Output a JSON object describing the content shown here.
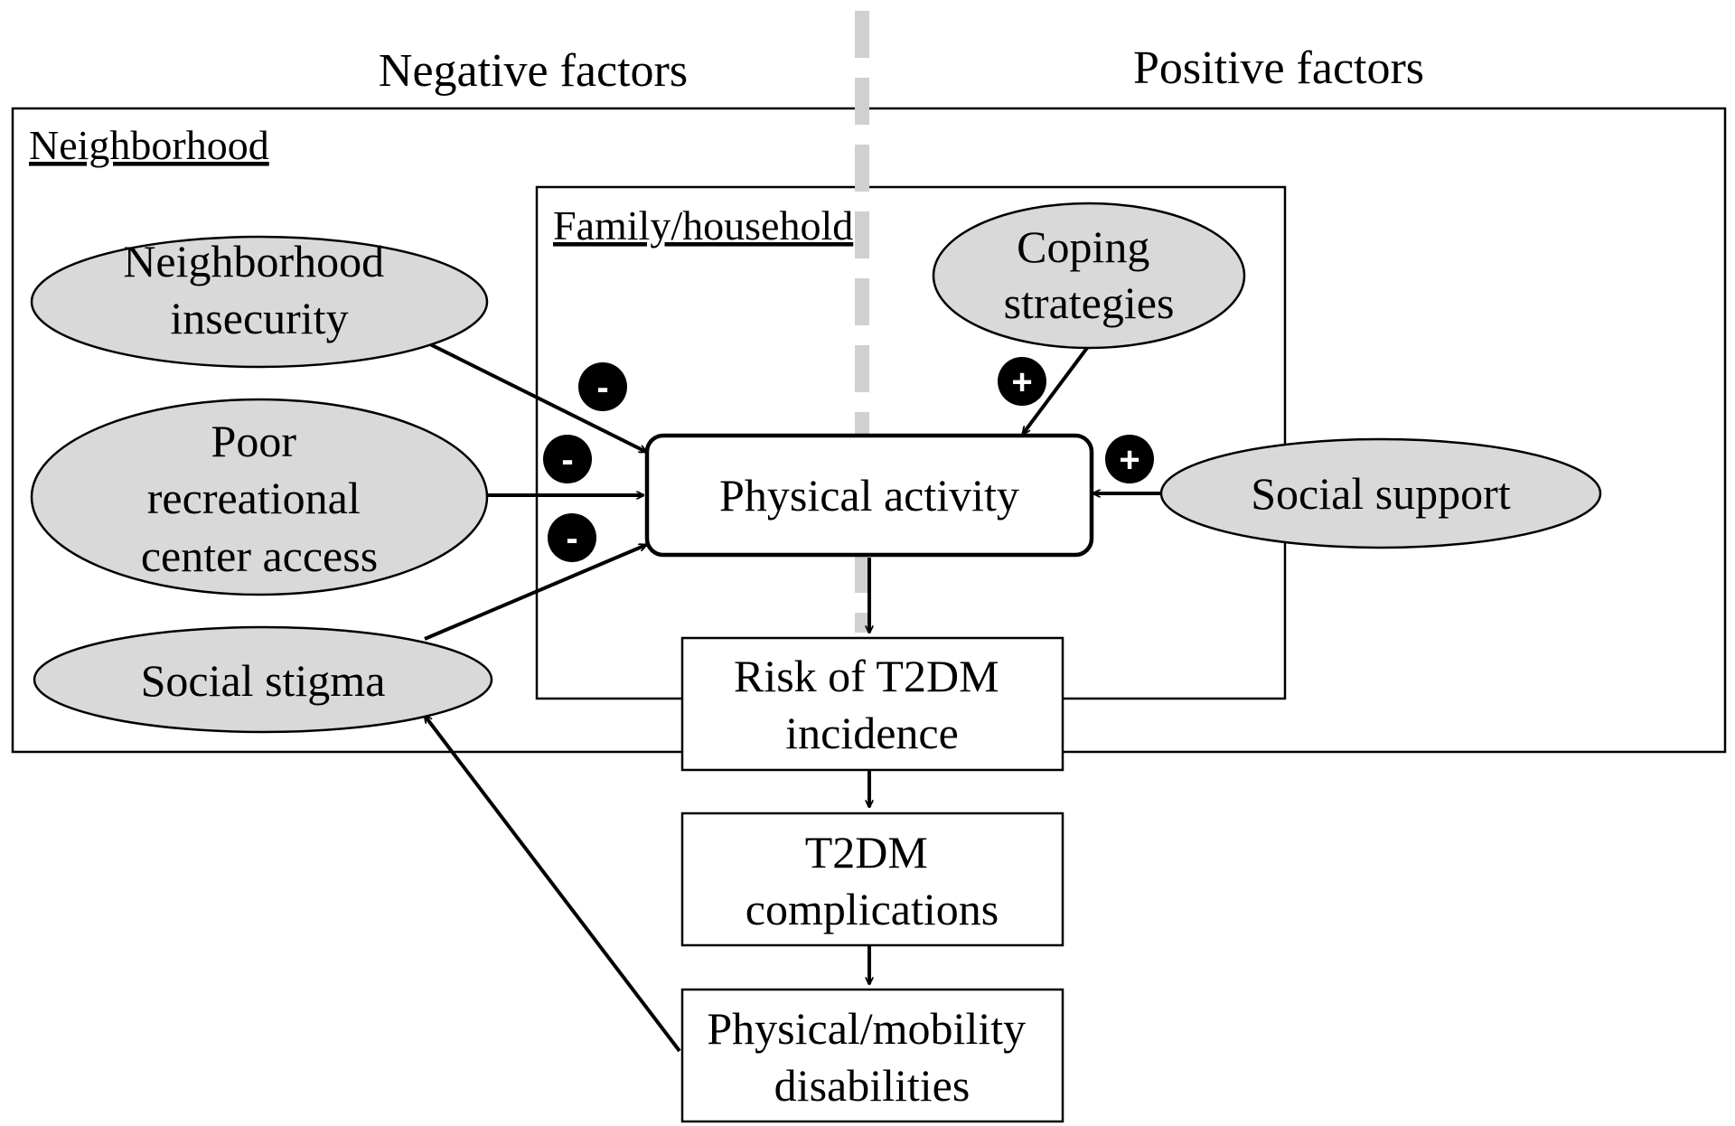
{
  "headers": {
    "negative": "Negative factors",
    "positive": "Positive factors"
  },
  "sections": {
    "neighborhood": "Neighborhood",
    "family": "Family/household"
  },
  "nodes": {
    "neighborhood_insecurity": [
      "Neighborhood",
      "insecurity"
    ],
    "poor_recreational": [
      "Poor",
      "recreational",
      "center access"
    ],
    "social_stigma": [
      "Social stigma"
    ],
    "coping_strategies": [
      "Coping",
      "strategies"
    ],
    "social_support": [
      "Social support"
    ],
    "physical_activity": [
      "Physical activity"
    ],
    "risk_t2dm": [
      "Risk of T2DM",
      "incidence"
    ],
    "t2dm_complications": [
      "T2DM",
      "complications"
    ],
    "disabilities": [
      "Physical/mobility",
      "disabilities"
    ]
  },
  "edges": [
    {
      "from": "neighborhood_insecurity",
      "to": "physical_activity",
      "sign": "-"
    },
    {
      "from": "poor_recreational",
      "to": "physical_activity",
      "sign": "-"
    },
    {
      "from": "social_stigma",
      "to": "physical_activity",
      "sign": "-"
    },
    {
      "from": "coping_strategies",
      "to": "physical_activity",
      "sign": "+"
    },
    {
      "from": "social_support",
      "to": "physical_activity",
      "sign": "+"
    },
    {
      "from": "physical_activity",
      "to": "risk_t2dm",
      "sign": ""
    },
    {
      "from": "risk_t2dm",
      "to": "t2dm_complications",
      "sign": ""
    },
    {
      "from": "t2dm_complications",
      "to": "disabilities",
      "sign": ""
    },
    {
      "from": "disabilities",
      "to": "social_stigma",
      "sign": ""
    }
  ],
  "colors": {
    "ellipse_fill": "#d9d9d9",
    "stroke": "#000000",
    "divider": "#d0d0d0",
    "sign_badge": "#000000"
  }
}
